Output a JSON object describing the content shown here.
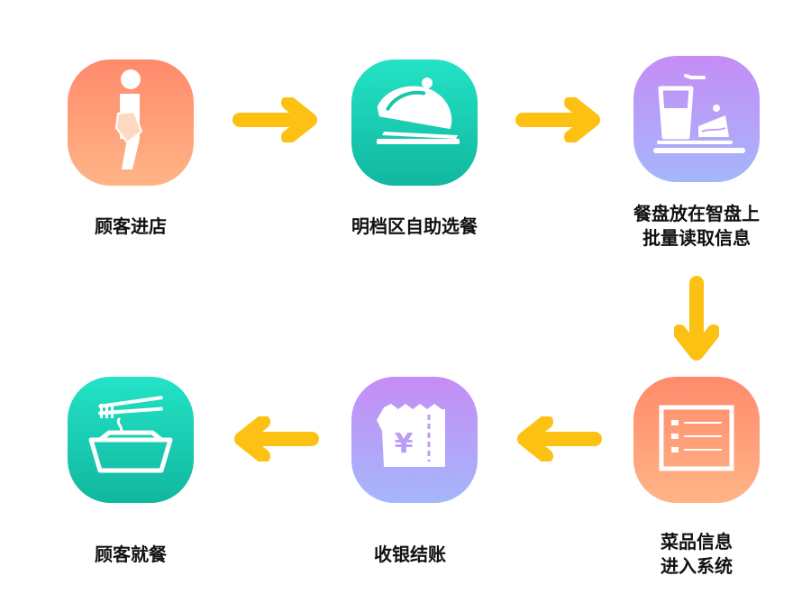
{
  "steps": [
    {
      "lines": [
        "顾客进店"
      ],
      "icon": "person-walking-icon",
      "color": "orange"
    },
    {
      "lines": [
        "明档区自助选餐"
      ],
      "icon": "food-cloche-icon",
      "color": "teal"
    },
    {
      "lines": [
        "餐盘放在智盘上",
        "批量读取信息"
      ],
      "icon": "drink-and-cake-tray-icon",
      "color": "purple"
    },
    {
      "lines": [
        "菜品信息",
        "进入系统"
      ],
      "icon": "list-screen-icon",
      "color": "orange"
    },
    {
      "lines": [
        "收银结账"
      ],
      "icon": "yen-ticket-icon",
      "color": "purple"
    },
    {
      "lines": [
        "顾客就餐"
      ],
      "icon": "noodle-bowl-chopsticks-icon",
      "color": "teal"
    }
  ],
  "colors": {
    "orange_top": "#ff8a6c",
    "orange_bottom": "#ffb486",
    "teal_top": "#23e3c6",
    "teal_bottom": "#11b79f",
    "purple_top": "#c58df5",
    "purple_bottom": "#a5b6fb",
    "arrow": "#fcc112",
    "text": "#111111"
  },
  "arrows": [
    "right",
    "right",
    "down",
    "left",
    "left"
  ]
}
